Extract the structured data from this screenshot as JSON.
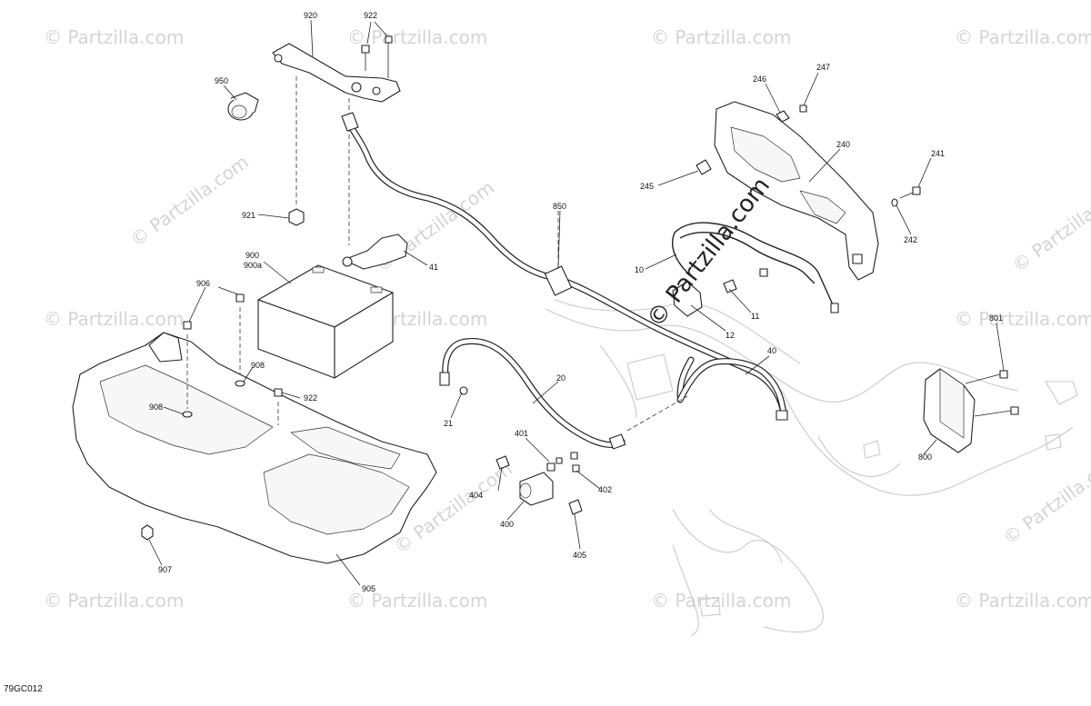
{
  "watermark": {
    "text": "© Partzilla.com",
    "big_text": "© Partzilla.com"
  },
  "diagram_code": "79GC012",
  "callouts": {
    "c920": "920",
    "c922a": "922",
    "c950": "950",
    "c921": "921",
    "c900": "900",
    "c900a": "900a",
    "c41": "41",
    "c906": "906",
    "c908a": "908",
    "c908b": "908",
    "c922b": "922",
    "c907": "907",
    "c905": "905",
    "c850": "850",
    "c246": "246",
    "c247": "247",
    "c240": "240",
    "c241": "241",
    "c245": "245",
    "c242": "242",
    "c10": "10",
    "c11": "11",
    "c12": "12",
    "c40": "40",
    "c20": "20",
    "c21": "21",
    "c401": "401",
    "c402": "402",
    "c404": "404",
    "c400": "400",
    "c405": "405",
    "c801": "801",
    "c800": "800"
  },
  "icons": [
    "battery",
    "battery-tray",
    "cable-harness",
    "bracket",
    "solenoid",
    "control-module",
    "socket",
    "bolt",
    "nut"
  ]
}
